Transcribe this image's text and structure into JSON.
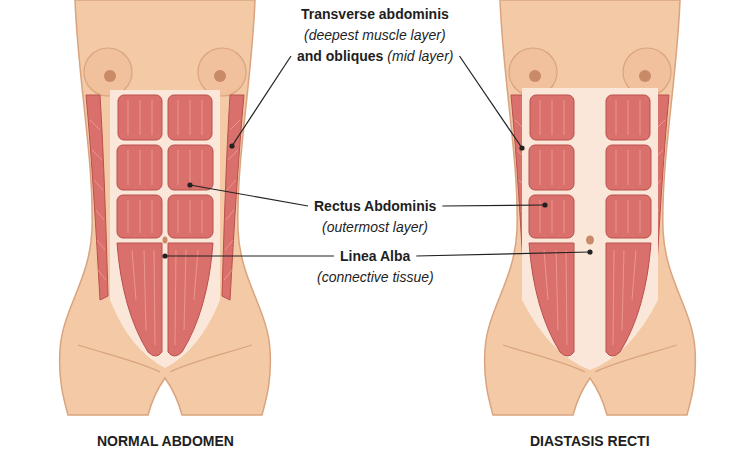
{
  "diagram": {
    "labels": [
      "Transverse abdominis",
      "(deepest muscle layer)",
      "and obliques",
      "(mid layer)",
      "Rectus Abdominis",
      "(outermost layer)",
      "Linea Alba",
      "(connective tissue)",
      "NORMAL ABDOMEN",
      "DIASTASIS RECTI"
    ]
  }
}
